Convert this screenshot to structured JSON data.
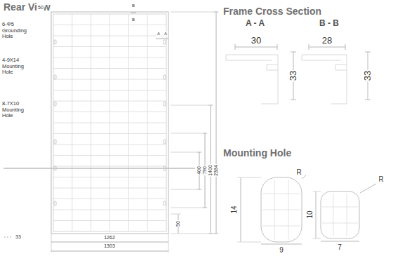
{
  "diagram": {
    "labels": [
      "Rear View",
      "Frame Cross Section",
      "A - A",
      "B - B",
      "30",
      "28",
      "33",
      "33",
      "Mounting Hole",
      "R",
      "14",
      "9",
      "R",
      "10",
      "7",
      "50",
      "B",
      "B",
      "6-Φ5 Grounding Hole",
      "A",
      "A",
      "4-9X14 Mounting Hole",
      "8-7X10 Mounting Hole",
      "400",
      "790",
      "1400",
      "2384",
      "50",
      "33",
      "1262",
      "1303"
    ]
  }
}
